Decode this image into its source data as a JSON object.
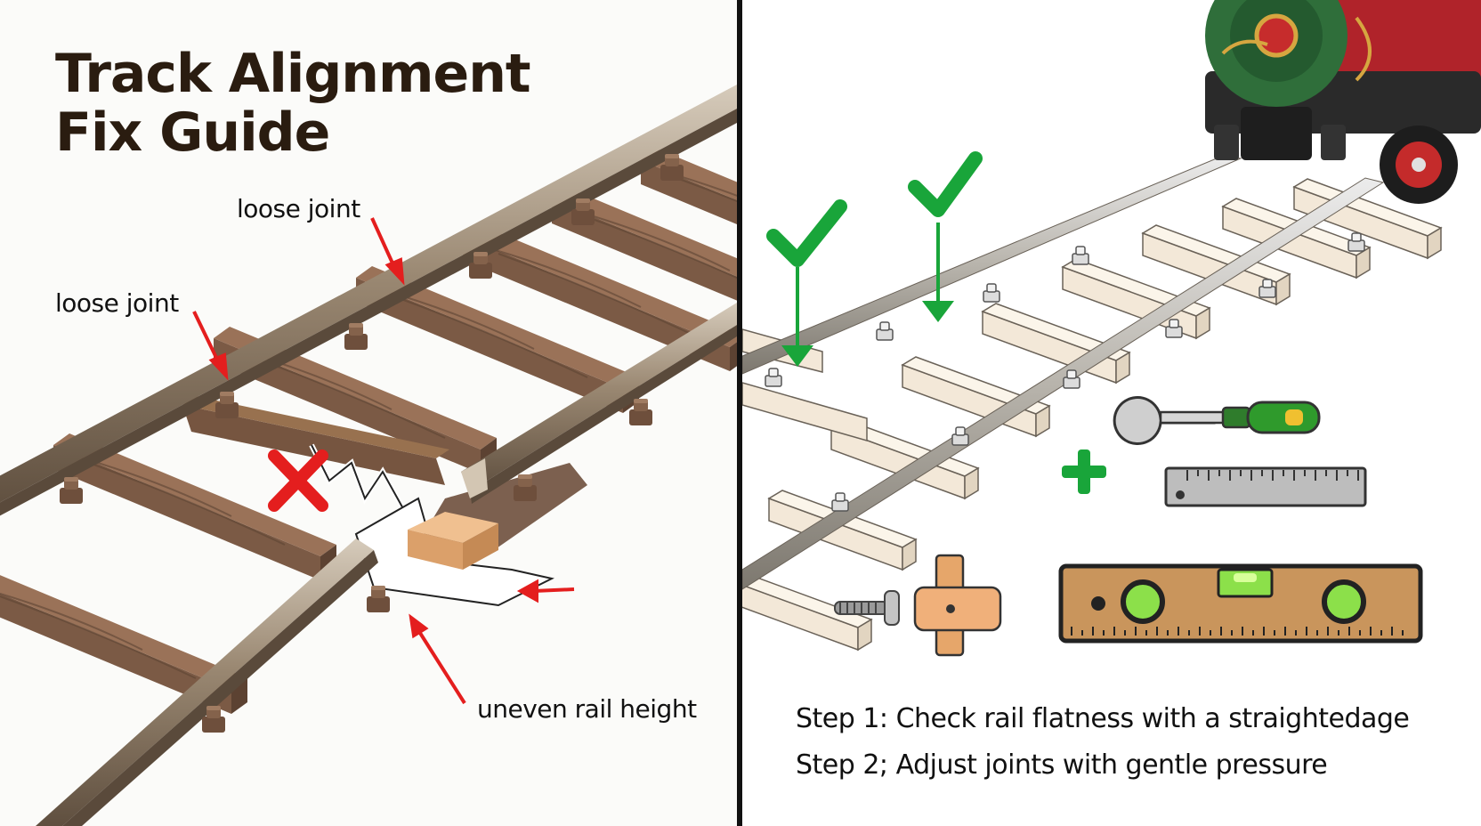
{
  "title": {
    "line1": "Track Alignment",
    "line2": "Fix Guide"
  },
  "labels": {
    "upper_joint": "loose joint",
    "lower_joint": "loose joint",
    "rail_height": "uneven rail height"
  },
  "steps": [
    "Step 1: Check rail flatness with a straightedage",
    "Step 2; Adjust joints with gentle pressure"
  ],
  "colors": {
    "wood_tie": "#7b5a45",
    "rail": "#8f7c66",
    "warning_red": "#e41e1e",
    "ok_green": "#19a53a",
    "level_body": "#c9955c",
    "bubble": "#8ce04a"
  },
  "icons": {
    "defect": "x-mark-icon",
    "ok": "check-mark-icon",
    "combine": "plus-icon",
    "tools": [
      "wrench-screwdriver-icon",
      "ruler-icon",
      "screw-icon",
      "wood-shim-icon",
      "spirit-level-icon"
    ]
  }
}
